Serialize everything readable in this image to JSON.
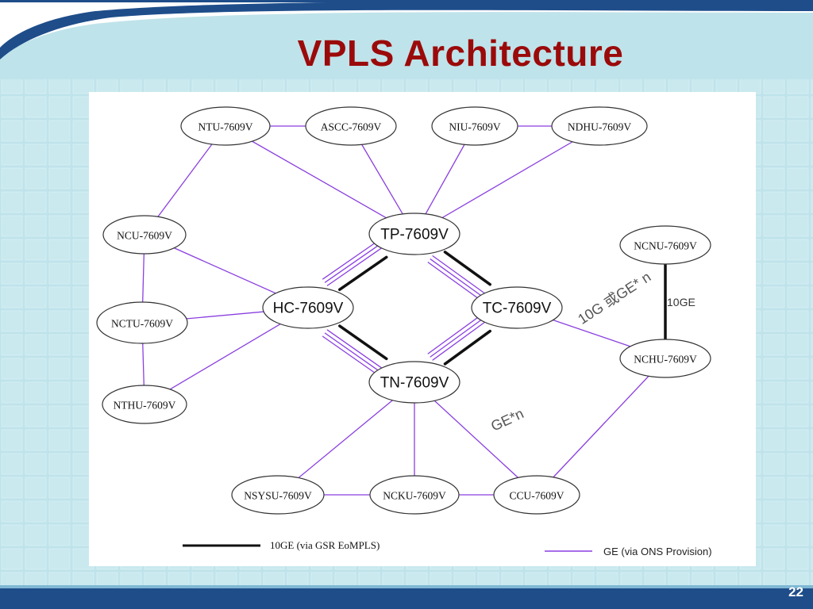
{
  "slide": {
    "title": "VPLS Architecture",
    "number": "22",
    "colors": {
      "title": "#9b0a0a",
      "band": "#1e4d8a",
      "background": "#bfe3ea"
    }
  },
  "diagram": {
    "link_colors": {
      "ten_ge": "#111111",
      "ge": "#8a3fe0"
    },
    "nodes": [
      {
        "id": "ntu",
        "label": "NTU-7609V",
        "style": "serif"
      },
      {
        "id": "ascc",
        "label": "ASCC-7609V",
        "style": "serif"
      },
      {
        "id": "niu",
        "label": "NIU-7609V",
        "style": "serif"
      },
      {
        "id": "ndhu",
        "label": "NDHU-7609V",
        "style": "serif"
      },
      {
        "id": "ncu",
        "label": "NCU-7609V",
        "style": "serif"
      },
      {
        "id": "tp",
        "label": "TP-7609V",
        "style": "core"
      },
      {
        "id": "ncnu",
        "label": "NCNU-7609V",
        "style": "serif"
      },
      {
        "id": "nctu",
        "label": "NCTU-7609V",
        "style": "serif"
      },
      {
        "id": "hc",
        "label": "HC-7609V",
        "style": "core"
      },
      {
        "id": "tc",
        "label": "TC-7609V",
        "style": "core"
      },
      {
        "id": "nchu",
        "label": "NCHU-7609V",
        "style": "serif"
      },
      {
        "id": "nthu",
        "label": "NTHU-7609V",
        "style": "serif"
      },
      {
        "id": "tn",
        "label": "TN-7609V",
        "style": "core"
      },
      {
        "id": "nsysu",
        "label": "NSYSU-7609V",
        "style": "serif"
      },
      {
        "id": "ncku",
        "label": "NCKU-7609V",
        "style": "serif"
      },
      {
        "id": "ccu",
        "label": "CCU-7609V",
        "style": "serif"
      }
    ],
    "edges": [
      {
        "from": "ntu",
        "to": "ascc",
        "type": "ge"
      },
      {
        "from": "niu",
        "to": "ndhu",
        "type": "ge"
      },
      {
        "from": "ntu",
        "to": "ncu",
        "type": "ge"
      },
      {
        "from": "ntu",
        "to": "tp",
        "type": "ge"
      },
      {
        "from": "ascc",
        "to": "tp",
        "type": "ge"
      },
      {
        "from": "niu",
        "to": "tp",
        "type": "ge"
      },
      {
        "from": "ndhu",
        "to": "tp",
        "type": "ge"
      },
      {
        "from": "ncu",
        "to": "hc",
        "type": "ge"
      },
      {
        "from": "ncu",
        "to": "nctu",
        "type": "ge"
      },
      {
        "from": "nctu",
        "to": "hc",
        "type": "ge"
      },
      {
        "from": "nctu",
        "to": "nthu",
        "type": "ge"
      },
      {
        "from": "nthu",
        "to": "hc",
        "type": "ge"
      },
      {
        "from": "tp",
        "to": "hc",
        "type": "ten_ge",
        "ge_parallel": 3
      },
      {
        "from": "tp",
        "to": "tc",
        "type": "ten_ge",
        "ge_parallel": 3
      },
      {
        "from": "hc",
        "to": "tn",
        "type": "ten_ge",
        "ge_parallel": 3
      },
      {
        "from": "tc",
        "to": "tn",
        "type": "ten_ge",
        "ge_parallel": 3
      },
      {
        "from": "tc",
        "to": "nchu",
        "type": "ge"
      },
      {
        "from": "ncnu",
        "to": "nchu",
        "type": "ten_ge"
      },
      {
        "from": "nchu",
        "to": "ccu",
        "type": "ge"
      },
      {
        "from": "tn",
        "to": "nsysu",
        "type": "ge"
      },
      {
        "from": "tn",
        "to": "ncku",
        "type": "ge"
      },
      {
        "from": "tn",
        "to": "ccu",
        "type": "ge"
      },
      {
        "from": "nsysu",
        "to": "ncku",
        "type": "ge"
      },
      {
        "from": "ncku",
        "to": "ccu",
        "type": "ge"
      }
    ],
    "annotations": {
      "tp_tc_link": "10G 或GE* n",
      "ncnu_nchu_link": "10GE",
      "tn_ccu_link": "GE*n"
    },
    "legend": {
      "ten_ge": "10GE (via GSR EoMPLS)",
      "ge": "GE (via ONS Provision)"
    }
  }
}
